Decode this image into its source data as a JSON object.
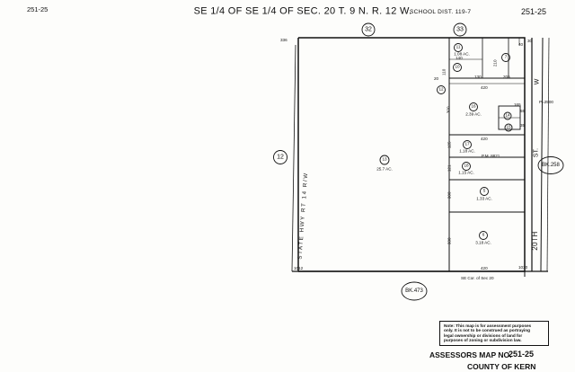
{
  "header": {
    "page_left": "251-25",
    "title": "SE 1/4 OF SE 1/4 OF SEC. 20 T. 9 N. R. 12 W.",
    "school_district": "SCHOOL DIST. 119-7",
    "page_right": "251-25"
  },
  "streets": {
    "west": "STATE HWY RT 14 R/W",
    "east_w": "W",
    "east_20th": "20TH",
    "east_st": "ST."
  },
  "sections": {
    "north_left": "32",
    "north_right": "33",
    "west": "12"
  },
  "book_refs": {
    "south": "BK.473",
    "east": "BK.258"
  },
  "survey": {
    "pm": "P.M. 8821",
    "se_corner": "SE Cor. of Sec 20"
  },
  "parcels": [
    {
      "num": "13",
      "area": "25.7 AC."
    },
    {
      "num": "11",
      "area": "1.08 AC."
    },
    {
      "num": "10",
      "area": ""
    },
    {
      "num": "7",
      "area": ""
    },
    {
      "num": "12",
      "area": ""
    },
    {
      "num": "16",
      "area": "2.39 AC."
    },
    {
      "num": "14",
      "area": ""
    },
    {
      "num": "15",
      "area": ""
    },
    {
      "num": "17",
      "area": "1.18 AC."
    },
    {
      "num": "18",
      "area": "1.15 AC."
    },
    {
      "num": "5",
      "area": "1.33 AC."
    },
    {
      "num": "6",
      "area": "3.18 AC."
    }
  ],
  "dims": {
    "nw": "336",
    "top_a": "140",
    "top_b": "130",
    "top_c": "205",
    "top_d": "210",
    "d110": "110",
    "d20": "20",
    "d420a": "420",
    "d420b": "420",
    "d420c": "420",
    "d300": "300",
    "d125": "125",
    "d165": "165",
    "d55": "55",
    "d35": "35",
    "d121": "121",
    "d300b": "300",
    "d330": "330",
    "sw": "1012",
    "se": "1030",
    "right_30": "30",
    "right_40": "40",
    "pt": "P=2500"
  },
  "note": {
    "lines": [
      "Note: This map is for assessment purposes",
      "only. It is not to be construed as portraying",
      "legal ownership or divisions of land for",
      "purposes of zoning or subdivision law."
    ]
  },
  "footer": {
    "map_label": "ASSESSORS MAP NO.",
    "map_no": "251-25",
    "county": "COUNTY OF KERN"
  }
}
